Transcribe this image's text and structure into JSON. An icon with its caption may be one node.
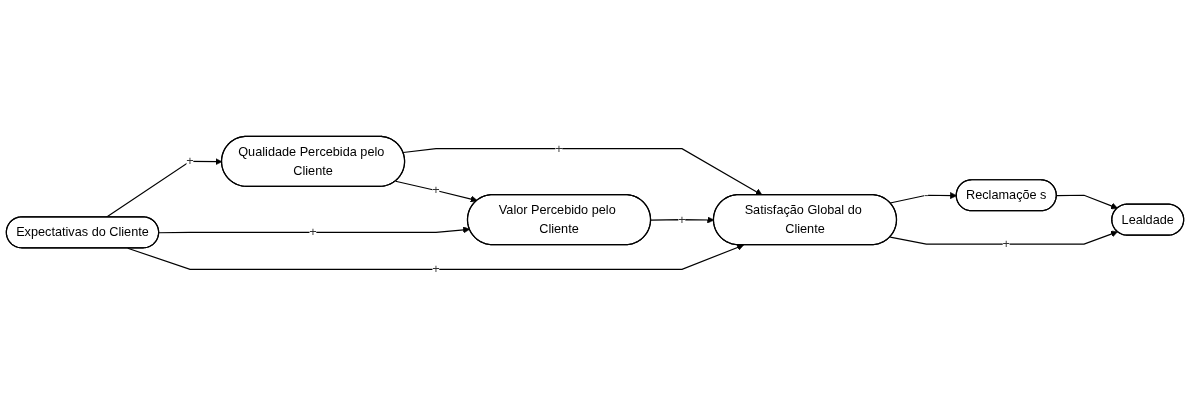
{
  "diagram": {
    "nodes": [
      {
        "text": [
          "Qualidade Percebida pelo Cliente"
        ]
      },
      {
        "text": [
          "Expectativas do Cliente"
        ]
      },
      {
        "text": [
          "Valor Percebido pelo Cliente"
        ]
      },
      {
        "text": [
          "Satisfação Global do Cliente"
        ]
      },
      {
        "text": [
          "Reclamaçõe s"
        ]
      },
      {
        "text": [
          "Lealdade"
        ]
      }
    ],
    "edges": [
      {
        "from": 0,
        "to": 3,
        "arrow": "to",
        "label": "+"
      },
      {
        "from": 0,
        "to": 2,
        "arrow": "to",
        "label": "+"
      },
      {
        "from": 1,
        "to": 0,
        "arrow": "to",
        "label": "+"
      },
      {
        "from": 1,
        "to": 2,
        "arrow": "to",
        "label": "+"
      },
      {
        "from": 1,
        "to": 3,
        "arrow": "to",
        "label": "+"
      },
      {
        "from": 2,
        "to": 3,
        "arrow": "to",
        "label": "+"
      },
      {
        "from": 3,
        "to": 4,
        "arrow": "to",
        "label": "-"
      },
      {
        "from": 3,
        "to": 5,
        "arrow": "to",
        "label": "+"
      },
      {
        "from": 4,
        "to": 5,
        "arrow": "to"
      }
    ]
  }
}
